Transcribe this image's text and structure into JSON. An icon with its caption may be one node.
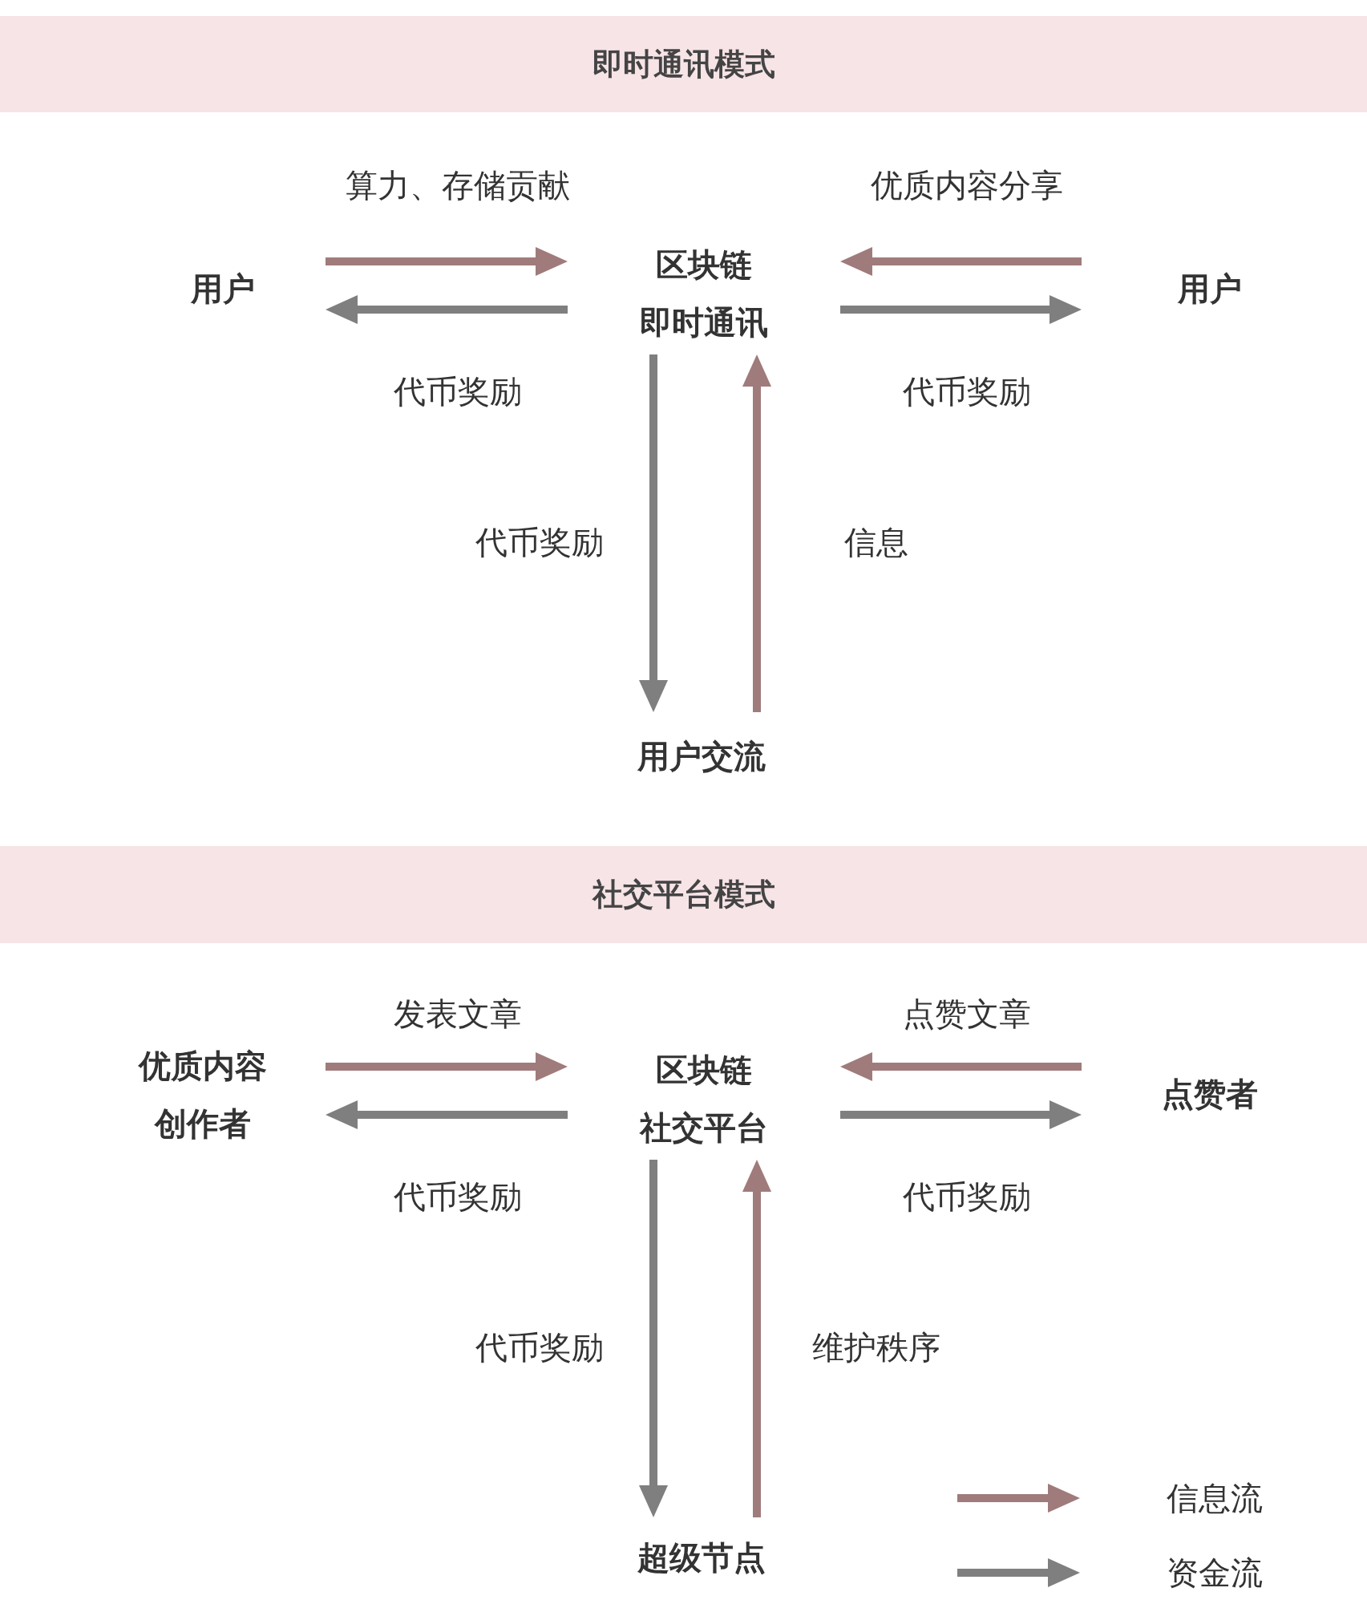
{
  "diagram": {
    "nodes": [
      {
        "text": [
          "即时通讯模式"
        ]
      },
      {
        "text": [
          "用户"
        ]
      },
      {
        "text": [
          "区块链即时通讯"
        ]
      },
      {
        "text": [
          "用户"
        ]
      },
      {
        "text": [
          "用户交流"
        ]
      },
      {
        "text": [
          "社交平台模式"
        ]
      },
      {
        "text": [
          "优质内容创作者"
        ]
      },
      {
        "text": [
          "区块链社交平台"
        ]
      },
      {
        "text": [
          "点赞者"
        ]
      },
      {
        "text": [
          "超级节点"
        ]
      }
    ],
    "edges": [
      {
        "from": 1,
        "to": 2,
        "arrow": "to",
        "label": "算力、存储贡献",
        "color": "#a07b7b"
      },
      {
        "from": 2,
        "to": 1,
        "arrow": "to",
        "label": "代币奖励",
        "color": "#7f7f7f"
      },
      {
        "from": 3,
        "to": 2,
        "arrow": "to",
        "label": "优质内容分享",
        "color": "#a07b7b"
      },
      {
        "from": 2,
        "to": 3,
        "arrow": "to",
        "label": "代币奖励",
        "color": "#7f7f7f"
      },
      {
        "from": 2,
        "to": 4,
        "arrow": "to",
        "label": "代币奖励",
        "color": "#7f7f7f"
      },
      {
        "from": 4,
        "to": 2,
        "arrow": "to",
        "label": "信息",
        "color": "#a07b7b"
      },
      {
        "from": 6,
        "to": 7,
        "arrow": "to",
        "label": "发表文章",
        "color": "#a07b7b"
      },
      {
        "from": 7,
        "to": 6,
        "arrow": "to",
        "label": "代币奖励",
        "color": "#7f7f7f"
      },
      {
        "from": 8,
        "to": 7,
        "arrow": "to",
        "label": "点赞文章",
        "color": "#a07b7b"
      },
      {
        "from": 7,
        "to": 8,
        "arrow": "to",
        "label": "代币奖励",
        "color": "#7f7f7f"
      },
      {
        "from": 7,
        "to": 9,
        "arrow": "to",
        "label": "代币奖励",
        "color": "#7f7f7f"
      },
      {
        "from": 9,
        "to": 7,
        "arrow": "to",
        "label": "维护秩序",
        "color": "#a07b7b"
      }
    ],
    "legend": [
      {
        "text": "信息流",
        "color": "#a07b7b"
      },
      {
        "text": "资金流",
        "color": "#7f7f7f"
      }
    ]
  }
}
